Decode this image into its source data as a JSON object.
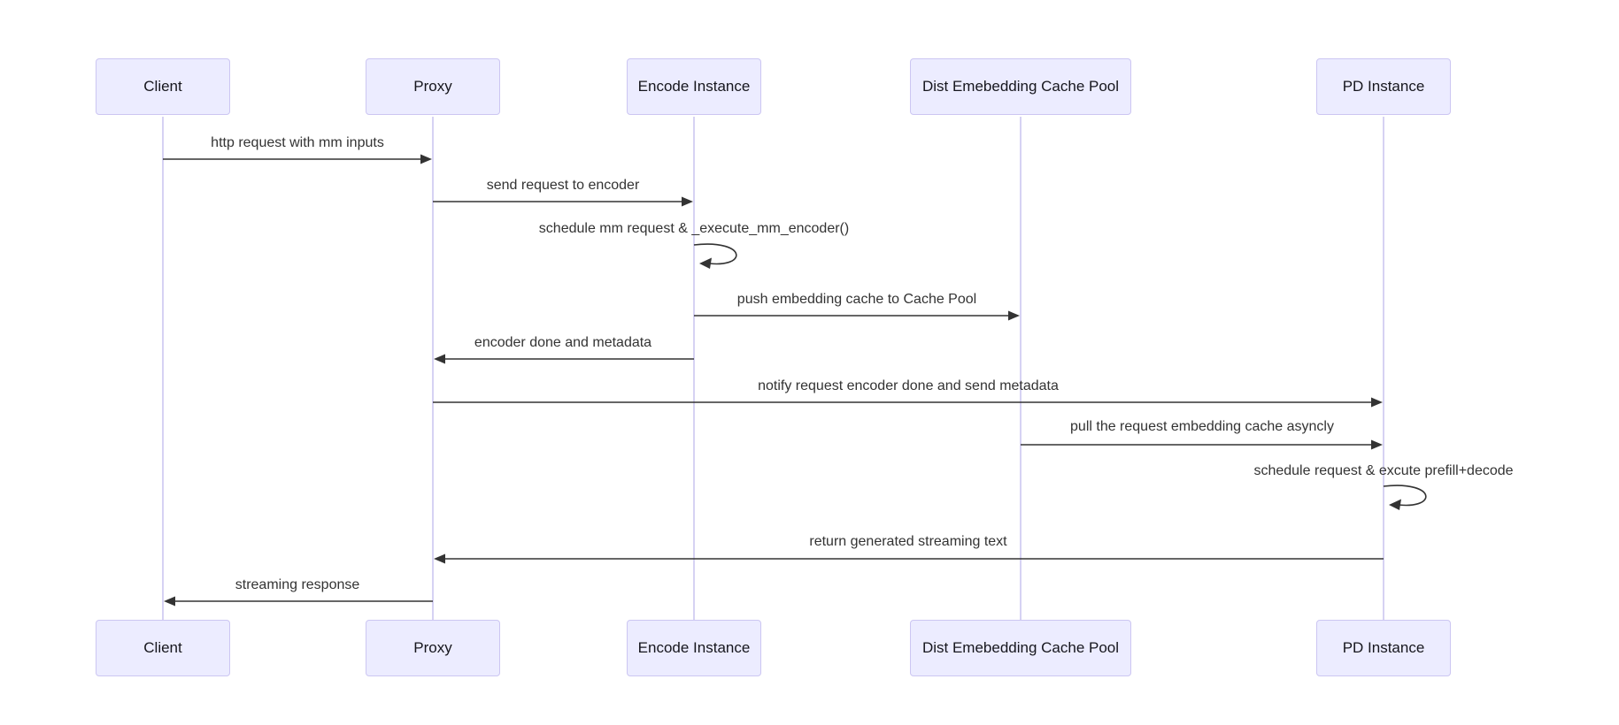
{
  "diagram": {
    "type": "sequence-diagram",
    "actors": [
      {
        "id": "client",
        "label": "Client"
      },
      {
        "id": "proxy",
        "label": "Proxy"
      },
      {
        "id": "encode",
        "label": "Encode Instance"
      },
      {
        "id": "cachepool",
        "label": "Dist Emebedding Cache Pool"
      },
      {
        "id": "pd",
        "label": "PD Instance"
      }
    ],
    "messages": [
      {
        "from": "Client",
        "to": "Proxy",
        "kind": "solid-arrow",
        "label": "http request with mm inputs"
      },
      {
        "from": "Proxy",
        "to": "Encode Instance",
        "kind": "solid-arrow",
        "label": "send request to encoder"
      },
      {
        "from": "Encode Instance",
        "to": "Encode Instance",
        "kind": "self-loop",
        "label": "schedule mm request & _execute_mm_encoder()"
      },
      {
        "from": "Encode Instance",
        "to": "Dist Emebedding Cache Pool",
        "kind": "solid-arrow",
        "label": "push embedding cache to Cache Pool"
      },
      {
        "from": "Encode Instance",
        "to": "Proxy",
        "kind": "solid-arrow",
        "label": "encoder done and metadata"
      },
      {
        "from": "Proxy",
        "to": "PD Instance",
        "kind": "solid-arrow",
        "label": "notify request encoder done and send metadata"
      },
      {
        "from": "Dist Emebedding Cache Pool",
        "to": "PD Instance",
        "kind": "solid-arrow",
        "label": "pull the request embedding cache asyncly"
      },
      {
        "from": "PD Instance",
        "to": "PD Instance",
        "kind": "self-loop",
        "label": "schedule request & excute prefill+decode"
      },
      {
        "from": "PD Instance",
        "to": "Proxy",
        "kind": "solid-arrow",
        "label": "return generated streaming text"
      },
      {
        "from": "Proxy",
        "to": "Client",
        "kind": "solid-arrow",
        "label": "streaming response"
      }
    ],
    "colors": {
      "background": "#ffffff",
      "actor_fill": "#ECECFF",
      "actor_border": "#CCC6F2",
      "lifeline": "#CCC6F0",
      "arrow": "#333333",
      "message_text": "#333333",
      "actor_text": "#16161d"
    }
  }
}
